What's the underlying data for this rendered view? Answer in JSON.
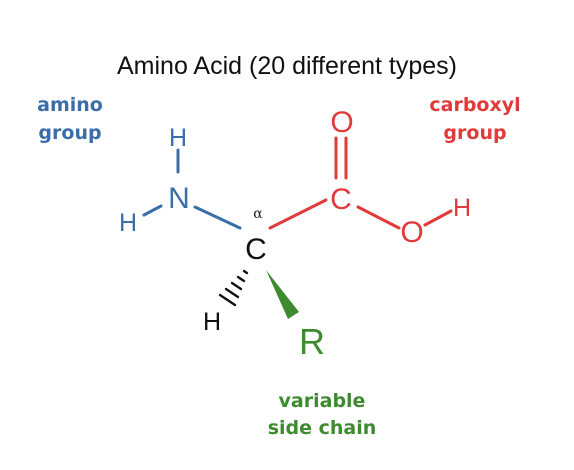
{
  "title": "Amino Acid (20 different types)",
  "labels": {
    "amino_group": [
      "amino",
      "group"
    ],
    "carboxyl_group": [
      "carboxyl",
      "group"
    ],
    "side_chain": [
      "variable",
      "side chain"
    ]
  },
  "atoms": {
    "n": "N",
    "h_top": "H",
    "h_left": "H",
    "c_alpha": "C",
    "alpha": "α",
    "h_bottom": "H",
    "r": "R",
    "c_carboxyl": "C",
    "o_double": "O",
    "o_hydroxyl": "O",
    "h_hydroxyl": "H"
  },
  "colors": {
    "amino": "#3a6ea8",
    "carboxyl": "#e03a3a",
    "side_chain": "#3d8b2f",
    "core": "#111111"
  }
}
